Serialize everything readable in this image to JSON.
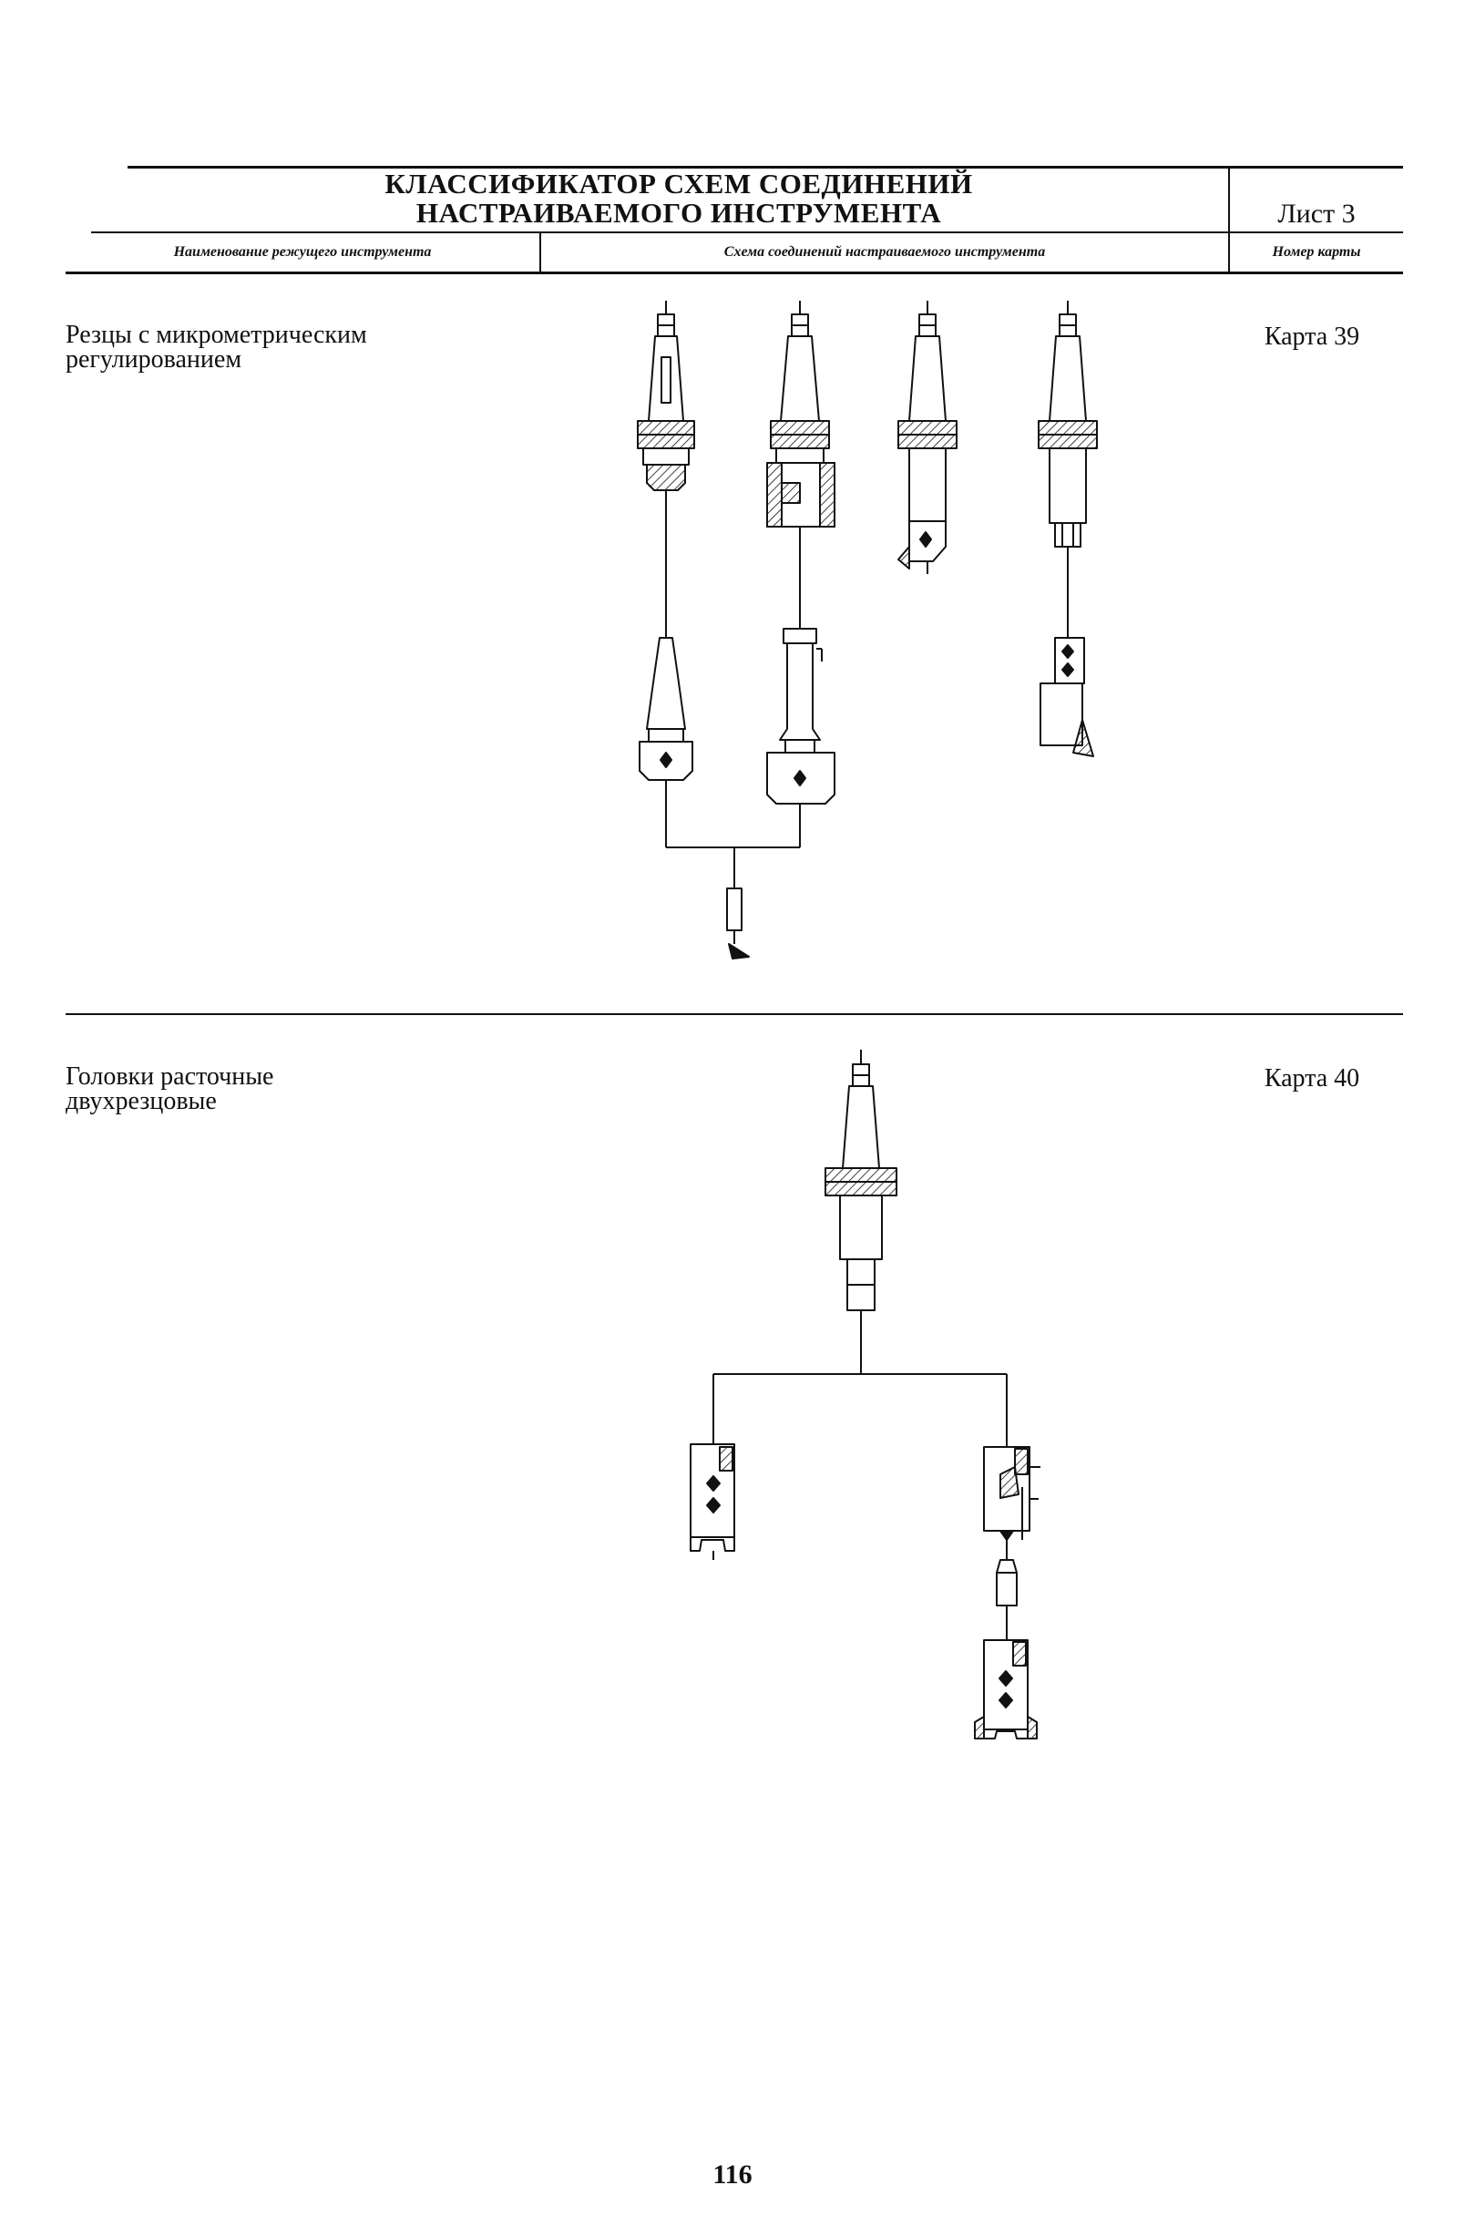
{
  "header": {
    "title_line1": "КЛАССИФИКАТОР СХЕМ СОЕДИНЕНИЙ",
    "title_line2": "НАСТРАИВАЕМОГО ИНСТРУМЕНТА",
    "sheet": "Лист 3",
    "col_tool_name": "Наименование режущего инструмента",
    "col_scheme": "Схема соединений настраиваемого инструмента",
    "col_card": "Номер карты"
  },
  "rows": [
    {
      "name_line1": "Резцы с микрометрическим",
      "name_line2": "регулированием",
      "card": "Карта 39"
    },
    {
      "name_line1": "Головки расточные",
      "name_line2": "двухрезцовые",
      "card": "Карта 40"
    }
  ],
  "page_number": "116"
}
